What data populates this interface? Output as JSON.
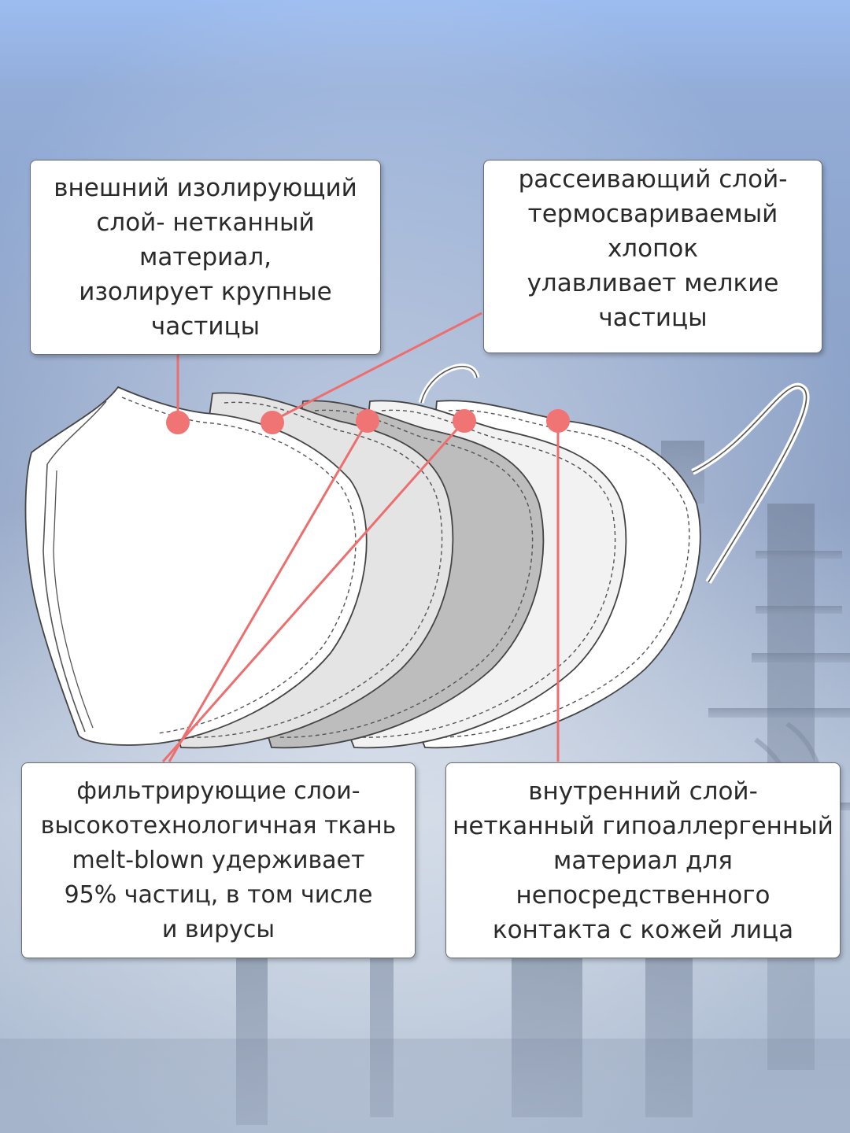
{
  "callouts": {
    "outer": {
      "lines": [
        "внешний изолирующий",
        "слой- нетканный",
        "материал,",
        "изолирует крупные",
        "частицы"
      ]
    },
    "diffuse": {
      "lines": [
        "рассеивающий слой-",
        "термосвариваемый",
        "хлопок",
        "улавливает мелкие",
        "частицы"
      ]
    },
    "filter": {
      "lines": [
        "фильтрирующие слои-",
        "высокотехнологичная ткань",
        "melt-blown удерживает",
        "95% частиц, в том числе",
        "и вирусы"
      ]
    },
    "inner": {
      "lines": [
        "внутренний слой-",
        "нетканный гипоаллергенный",
        "материал для",
        "непосредственного",
        "контакта с кожей лица"
      ]
    }
  },
  "colors": {
    "marker": "#f07474",
    "leader_line": "#ee6e6e",
    "callout_border": "#6a6e74"
  },
  "icons": {
    "marker": "dot"
  }
}
